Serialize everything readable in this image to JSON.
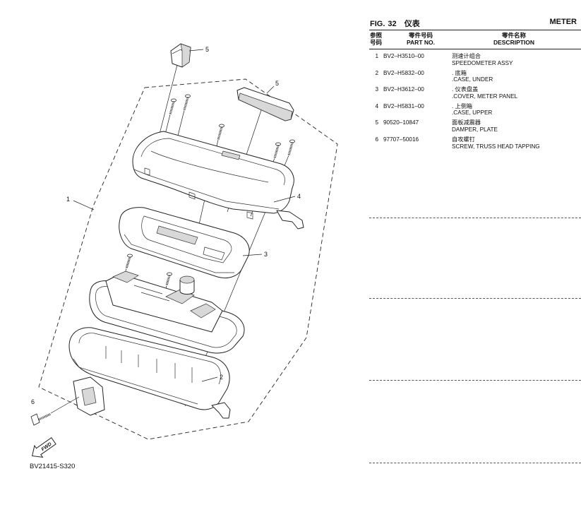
{
  "header": {
    "fig_label": "FIG.",
    "fig_number": "32",
    "title_cn": "仪表",
    "title_en": "METER"
  },
  "columns": {
    "ref_cn_1": "参照",
    "ref_cn_2": "号码",
    "part_cn": "零件号码",
    "part_en": "PART NO.",
    "desc_cn": "零件名称",
    "desc_en": "DESCRIPTION"
  },
  "parts": [
    {
      "ref": "1",
      "part_no": "BV2–H3510–00",
      "desc_cn": "测速计组合",
      "desc_en": "SPEEDOMETER ASSY"
    },
    {
      "ref": "2",
      "part_no": "BV2–H5832–00",
      "desc_cn": ". 底箱",
      "desc_en": ".CASE, UNDER"
    },
    {
      "ref": "3",
      "part_no": "BV2–H3612–00",
      "desc_cn": ". 仪表盘盖",
      "desc_en": ".COVER, METER PANEL"
    },
    {
      "ref": "4",
      "part_no": "BV2–H5831–00",
      "desc_cn": ". 上侧箱",
      "desc_en": ".CASE, UPPER"
    },
    {
      "ref": "5",
      "part_no": "90520–10847",
      "desc_cn": "面板减震器",
      "desc_en": "DAMPER, PLATE"
    },
    {
      "ref": "6",
      "part_no": "97707–50016",
      "desc_cn": "自攻螺钉",
      "desc_en": "SCREW, TRUSS HEAD TAPPING"
    }
  ],
  "diagram": {
    "callouts": [
      "5",
      "5",
      "4",
      "1",
      "3",
      "2",
      "6"
    ],
    "fwd_label": "FWD",
    "code": "BV21415-S320"
  }
}
